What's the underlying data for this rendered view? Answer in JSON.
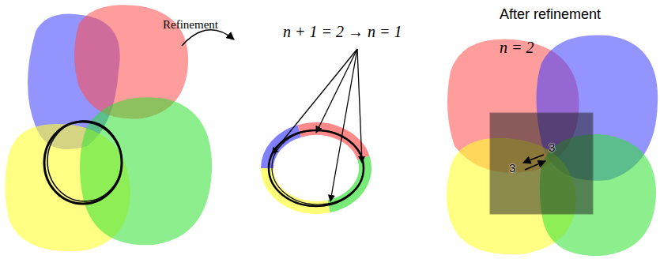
{
  "diagram": {
    "labels": [
      "Refinement",
      "n + 1 = 2 → n = 1",
      "After refinement",
      "n = 2",
      "3",
      "3"
    ]
  }
}
